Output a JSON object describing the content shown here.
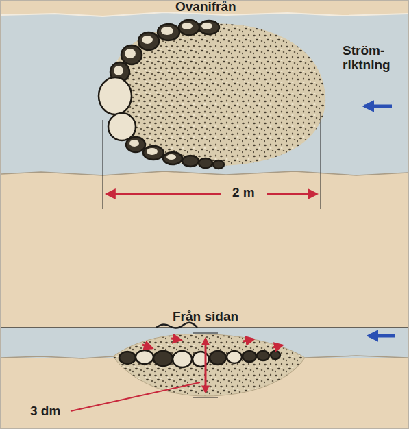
{
  "diagram": {
    "labels": [
      "Ovanifrån",
      "Ström- riktning",
      "2 m",
      "Från sidan",
      "3 dm"
    ]
  }
}
